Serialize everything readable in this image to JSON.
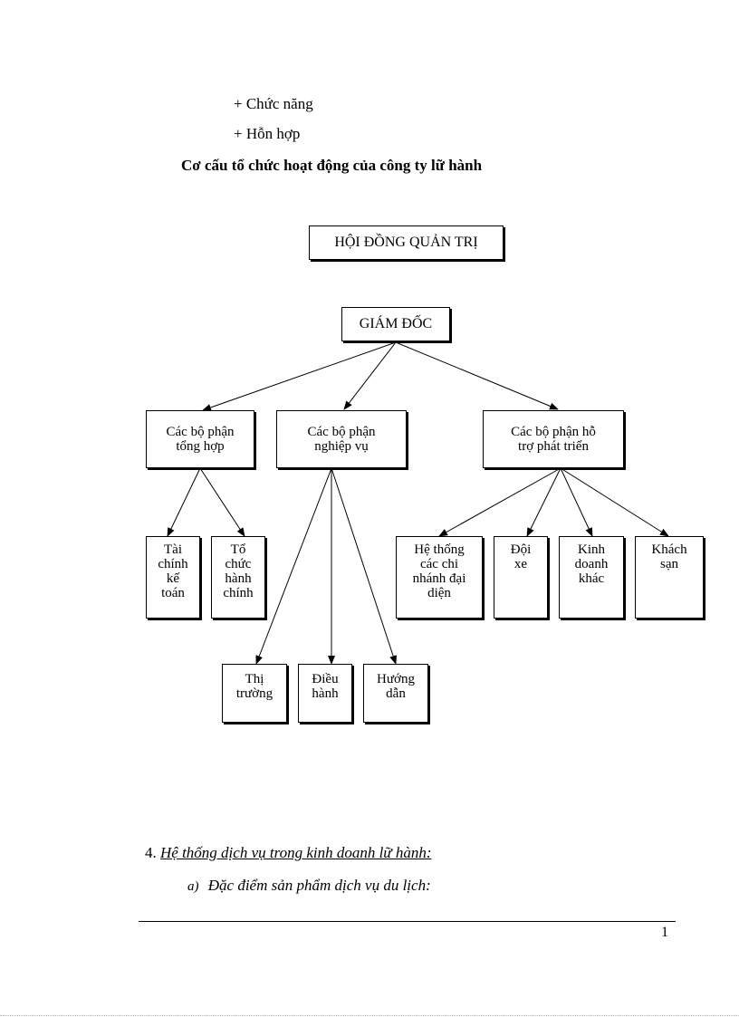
{
  "lines": {
    "line1": "+ Chức năng",
    "line2": "+ Hỗn hợp"
  },
  "heading": "Cơ cấu tổ chức hoạt động của công ty lữ hành",
  "org_chart": {
    "board": "HỘI ĐỒNG QUẢN TRỊ",
    "director": "GIÁM ĐỐC",
    "departments": {
      "general": [
        "Các bộ phận",
        "tổng hợp"
      ],
      "operations": [
        "Các bộ phận",
        "nghiệp vụ"
      ],
      "support": [
        "Các bộ phận hỗ",
        "trợ phát triển"
      ]
    },
    "general_units": {
      "finance": [
        "Tài",
        "chính",
        "kế",
        "toán"
      ],
      "admin": [
        "Tổ",
        "chức",
        "hành",
        "chính"
      ]
    },
    "operations_units": {
      "market": [
        "Thị",
        "trường"
      ],
      "operating": [
        "Điều",
        "hành"
      ],
      "guide": [
        "Hướng",
        "dẫn"
      ]
    },
    "support_units": {
      "branches": [
        "Hệ thống",
        "các chi",
        "nhánh đại",
        "diện"
      ],
      "vehicles": [
        "Đội",
        "xe"
      ],
      "other_business": [
        "Kinh",
        "doanh",
        "khác"
      ],
      "hotel": [
        "Khách",
        "sạn"
      ]
    }
  },
  "section": {
    "number": "4.",
    "title": "Hệ thống dịch vụ trong kinh doanh lữ hành:",
    "sub_marker": "a)",
    "sub_title": "Đặc điểm sản phẩm dịch vụ du lịch:"
  },
  "page_number": "1"
}
